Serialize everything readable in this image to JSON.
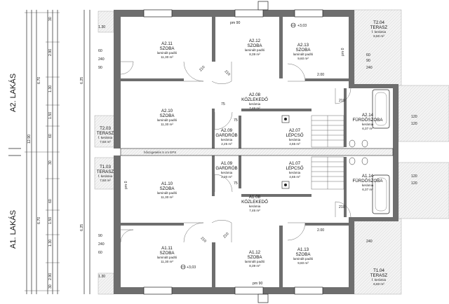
{
  "side_labels": {
    "upper_apartment": "A2. LAKÁS",
    "lower_apartment": "A1. LAKÁS"
  },
  "rooms": [
    {
      "code": "A2.11",
      "name": "SZOBA",
      "floor": "laminált padló",
      "area": "11,30 m²"
    },
    {
      "code": "A2.12",
      "name": "SZOBA",
      "floor": "laminált padló",
      "area": "8,39 m²"
    },
    {
      "code": "A2.13",
      "name": "SZOBA",
      "floor": "laminált padló",
      "area": "9,60 m²"
    },
    {
      "code": "T2.04",
      "name": "TERASZ",
      "floor": "f. kerámia",
      "area": "6,60 m²"
    },
    {
      "code": "A2.10",
      "name": "SZOBA",
      "floor": "laminált padló",
      "area": "11,30 m²"
    },
    {
      "code": "T2.03",
      "name": "TERASZ",
      "floor": "f. kerámia",
      "area": "7,50 m²"
    },
    {
      "code": "A2.08",
      "name": "KÖZLEKEDŐ",
      "floor": "kerámia",
      "area": "7,46 m²"
    },
    {
      "code": "A2.09",
      "name": "GARDRÓB",
      "floor": "kerámia",
      "area": "2,25 m²"
    },
    {
      "code": "A2.07",
      "name": "LÉPCSŐ",
      "floor": "kerámia",
      "area": "4,65 m²"
    },
    {
      "code": "A2.14",
      "name": "FÜRDŐSZOBA",
      "floor": "kerámia",
      "area": "6,37 m²"
    },
    {
      "code": "T1.03",
      "name": "TERASZ",
      "floor": "f. kerámia",
      "area": "7,50 m²"
    },
    {
      "code": "A1.09",
      "name": "GARDRÓB",
      "floor": "kerámia",
      "area": "2,20 m²"
    },
    {
      "code": "A1.07",
      "name": "LÉPCSŐ",
      "floor": "kerámia",
      "area": "4,65 m²"
    },
    {
      "code": "A1.14",
      "name": "FÜRDŐSZOBA",
      "floor": "kerámia",
      "area": "6,37 m²"
    },
    {
      "code": "A1.10",
      "name": "SZOBA",
      "floor": "laminált padló",
      "area": "11,30 m²"
    },
    {
      "code": "A1.08",
      "name": "KÖZLEKEDŐ",
      "floor": "kerámia",
      "area": "7,46 m²"
    },
    {
      "code": "A1.11",
      "name": "SZOBA",
      "floor": "laminált padló",
      "area": "11,30 m²"
    },
    {
      "code": "A1.12",
      "name": "SZOBA",
      "floor": "laminált padló",
      "area": "8,39 m²"
    },
    {
      "code": "A1.13",
      "name": "SZOBA",
      "floor": "laminált padló",
      "area": "9,60 m²"
    },
    {
      "code": "T1.04",
      "name": "TERASZ",
      "floor": "f. kerámia",
      "area": "6,60 m²"
    }
  ],
  "levels": {
    "top": "+3,03",
    "bottom": "+3,03"
  },
  "party_wall_label": "hőszigetelés 5 cm EPS",
  "left_dims": {
    "chain_a": [
      "30",
      "60",
      "2.90",
      "1.30",
      "1.50",
      "60",
      "6.25"
    ],
    "total_upper": "6.70",
    "total_lower": "6.70",
    "overall": "12.90",
    "chain_b": [
      "30",
      "2.90",
      "1.30",
      "1.50",
      "60",
      "6.25",
      "30"
    ]
  },
  "dim_labels": [
    "1.30",
    "1.30",
    "pm 90",
    "pm 90",
    "2.00",
    "2.00",
    "pm 0",
    "pm 0",
    "75",
    "75",
    "75",
    "120",
    "120",
    "120",
    "120",
    "240",
    "240",
    "240",
    "240",
    "60",
    "60",
    "60",
    "90",
    "90",
    "90",
    "210",
    "210",
    "210",
    "210",
    "210",
    "210"
  ]
}
